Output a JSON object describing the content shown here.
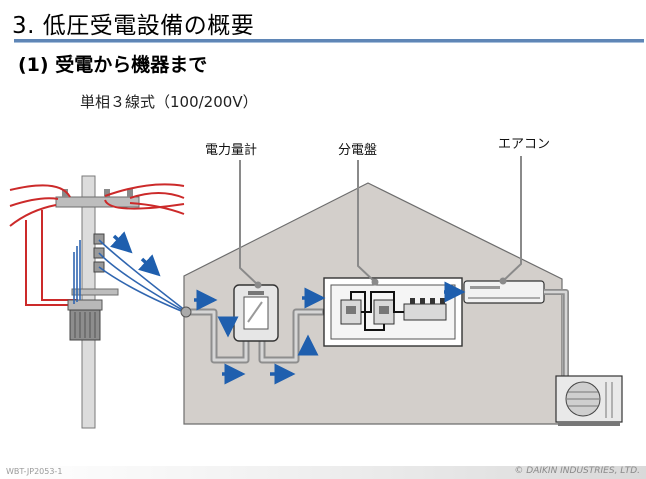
{
  "header": {
    "title": "3. 低圧受電設備の概要",
    "subtitle": "(1) 受電から機器まで",
    "system": "単相３線式（100/200V）"
  },
  "labels": {
    "meter": "電力量計",
    "panel": "分電盤",
    "aircon": "エアコン"
  },
  "footer": {
    "doc_id": "WBT-JP2053-1",
    "copyright": "© DAIKIN INDUSTRIES, LTD."
  },
  "colors": {
    "title_rule": "#5f86b6",
    "house_fill": "#d3cfcb",
    "wire_red": "#cc2a2a",
    "wire_blue": "#3066b0",
    "arrow_blue": "#1f5fae",
    "conduit": "#8e8e8e"
  },
  "icons": [
    "utility-pole-icon",
    "transformer-icon",
    "power-meter-icon",
    "distribution-panel-icon",
    "aircon-indoor-unit-icon",
    "outdoor-unit-icon",
    "flow-arrow-icon"
  ]
}
